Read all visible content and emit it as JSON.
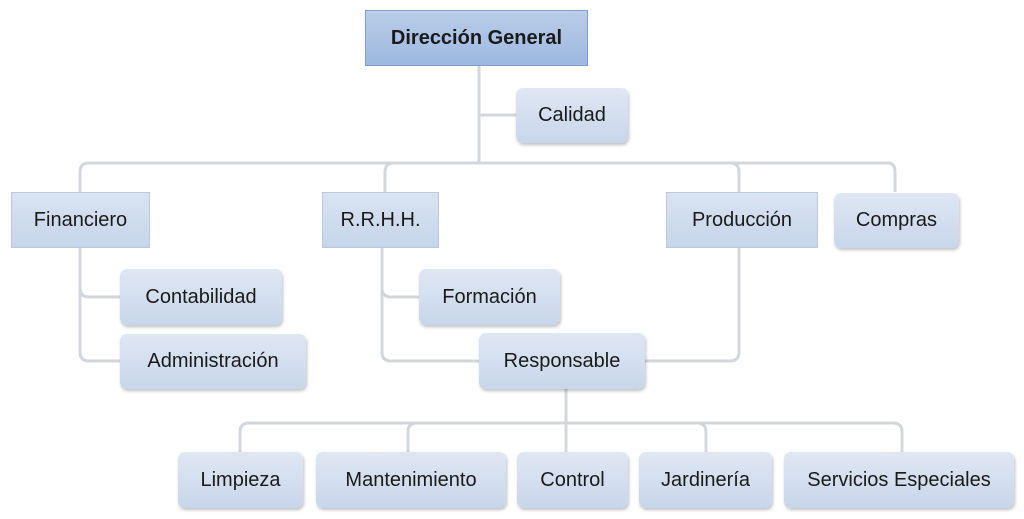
{
  "org_chart": {
    "direccion_general": "Dirección General",
    "calidad": "Calidad",
    "financiero": "Financiero",
    "rrhh": "R.R.H.H.",
    "produccion": "Producción",
    "compras": "Compras",
    "contabilidad": "Contabilidad",
    "administracion": "Administración",
    "formacion": "Formación",
    "responsable": "Responsable",
    "limpieza": "Limpieza",
    "mantenimiento": "Mantenimiento",
    "control": "Control",
    "jardineria": "Jardinería",
    "servicios_especiales": "Servicios Especiales"
  },
  "colors": {
    "connector": "#d3d7dc",
    "box_fill": "#cfdcee",
    "root_fill": "#a9c1e3"
  }
}
